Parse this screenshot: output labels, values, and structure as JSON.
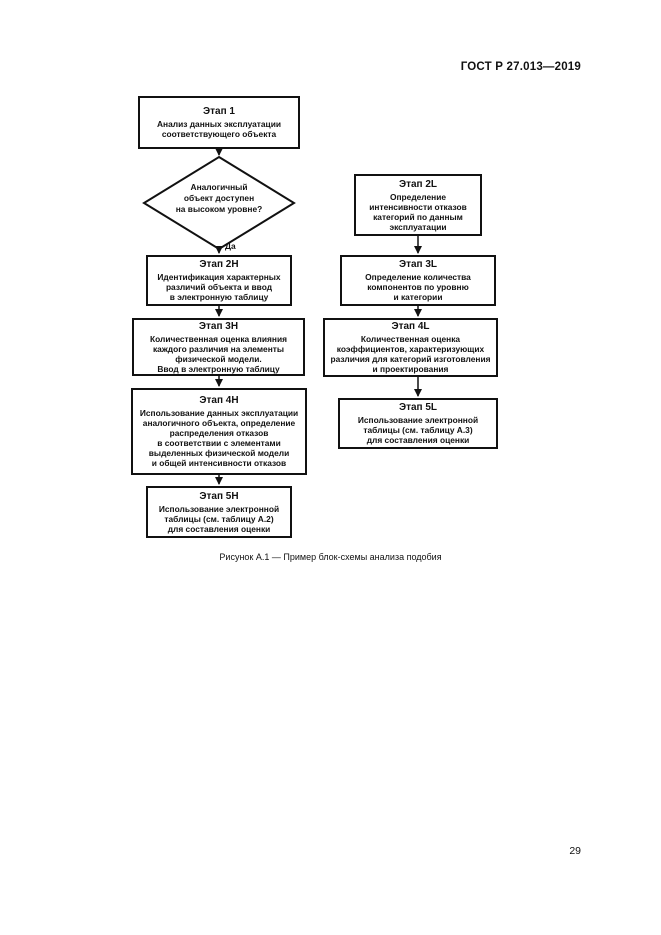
{
  "header": {
    "standard": "ГОСТ Р 27.013—2019"
  },
  "left_column": {
    "stage1": {
      "title": "Этап 1",
      "body": "Анализ данных эксплуатации\nсоответствующего объекта"
    },
    "decision": {
      "text": "Аналогичный\nобъект доступен\nна высоком уровне?",
      "yes_label": "Да"
    },
    "stage2h": {
      "title": "Этап 2H",
      "body": "Идентификация характерных\nразличий объекта и ввод\nв электронную таблицу"
    },
    "stage3h": {
      "title": "Этап 3H",
      "body": "Количественная оценка влияния\nкаждого различия на элементы\nфизической модели.\nВвод в электронную таблицу"
    },
    "stage4h": {
      "title": "Этап 4H",
      "body": "Использование данных эксплуатации\nаналогичного объекта, определение\nраспределения отказов\nв соответствии с элементами\nвыделенных физической модели\nи общей интенсивности отказов"
    },
    "stage5h": {
      "title": "Этап 5H",
      "body": "Использование электронной\nтаблицы (см. таблицу А.2)\nдля составления оценки"
    }
  },
  "right_column": {
    "stage2l": {
      "title": "Этап 2L",
      "body": "Определение\nинтенсивности отказов\nкатегорий по данным\nэксплуатации"
    },
    "stage3l": {
      "title": "Этап 3L",
      "body": "Определение количества\nкомпонентов по уровню\nи категории"
    },
    "stage4l": {
      "title": "Этап 4L",
      "body": "Количественная оценка\nкоэффициентов, характеризующих\nразличия для категорий изготовления\nи проектирования"
    },
    "stage5l": {
      "title": "Этап 5L",
      "body": "Использование электронной\nтаблицы (см. таблицу А.3)\nдля составления оценки"
    }
  },
  "caption": "Рисунок А.1 — Пример блок-схемы анализа подобия",
  "page_number": "29"
}
